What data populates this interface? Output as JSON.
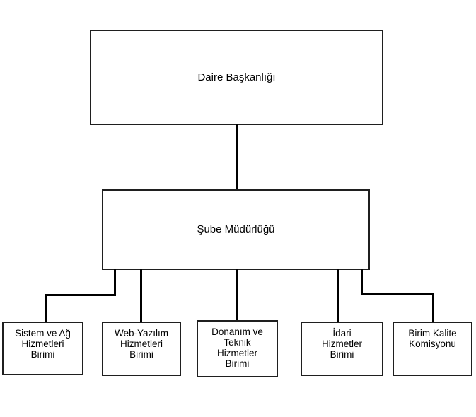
{
  "org_chart": {
    "level1": {
      "label": "Daire Başkanlığı"
    },
    "level2": {
      "label": "Şube Müdürlüğü"
    },
    "level3": [
      {
        "label": "Sistem ve Ağ\nHizmetleri\nBirimi"
      },
      {
        "label": "Web-Yazılım\nHizmetleri\nBirimi"
      },
      {
        "label": "Donanım ve\nTeknik\nHizmetler\nBirimi"
      },
      {
        "label": "İdari\nHizmetler\nBirimi"
      },
      {
        "label": "Birim Kalite\nKomisyonu"
      }
    ],
    "colors": {
      "background": "#ffffff",
      "box_border": "#1f1f1f",
      "connector": "#000000",
      "text": "#000000"
    }
  }
}
